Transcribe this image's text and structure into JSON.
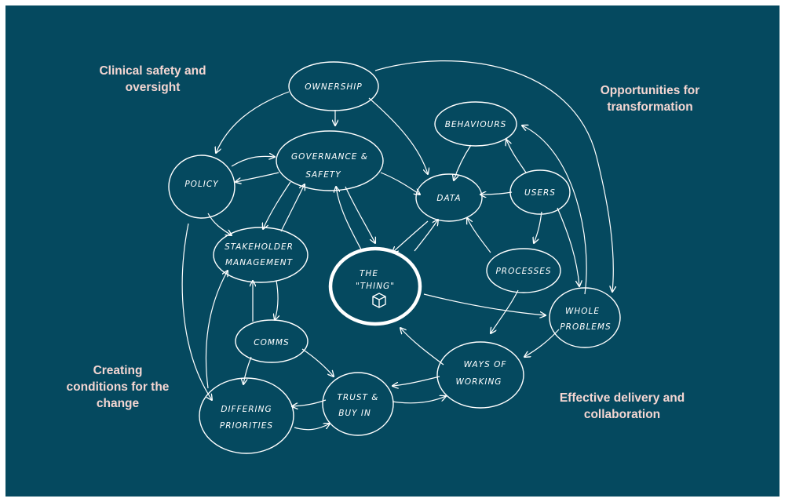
{
  "labels": {
    "clinical": "Clinical safety and oversight",
    "opportunities": "Opportunities for transformation",
    "conditions": "Creating conditions for the change",
    "delivery": "Effective delivery and collaboration"
  },
  "nodes": {
    "ownership": "OWNERSHIP",
    "governance_1": "GOVERNANCE &",
    "governance_2": "SAFETY",
    "policy": "POLICY",
    "stakeholder_1": "STAKEHOLDER",
    "stakeholder_2": "MANAGEMENT",
    "comms": "COMMS",
    "differing_1": "DIFFERING",
    "differing_2": "PRIORITIES",
    "trust_1": "TRUST &",
    "trust_2": "BUY IN",
    "thing_1": "THE",
    "thing_2": "\"THING\"",
    "data": "DATA",
    "behaviours": "BEHAVIOURS",
    "users": "USERS",
    "processes": "PROCESSES",
    "whole_1": "WHOLE",
    "whole_2": "PROBLEMS",
    "ways_1": "WAYS OF",
    "ways_2": "WORKING"
  },
  "colors": {
    "background": "#05495f",
    "label_text": "#f4d6d2",
    "ink": "#ffffff"
  }
}
